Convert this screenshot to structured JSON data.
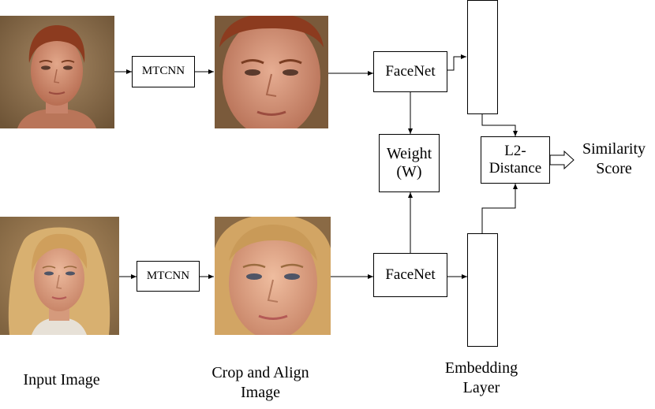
{
  "colors": {
    "stroke": "#000000",
    "background": "#ffffff"
  },
  "icons": {
    "output_arrow": "hollow-right-arrow-icon"
  },
  "top": {
    "detector": "MTCNN",
    "encoder": "FaceNet"
  },
  "bottom": {
    "detector": "MTCNN",
    "encoder": "FaceNet"
  },
  "weight": {
    "line1": "Weight",
    "line2": "(W)"
  },
  "distance": {
    "line1": "L2-",
    "line2": "Distance"
  },
  "output": {
    "line1": "Similarity",
    "line2": "Score"
  },
  "captions": {
    "input": "Input Image",
    "crop_line1": "Crop and Align",
    "crop_line2": "Image",
    "embed_line1": "Embedding",
    "embed_line2": "Layer"
  }
}
